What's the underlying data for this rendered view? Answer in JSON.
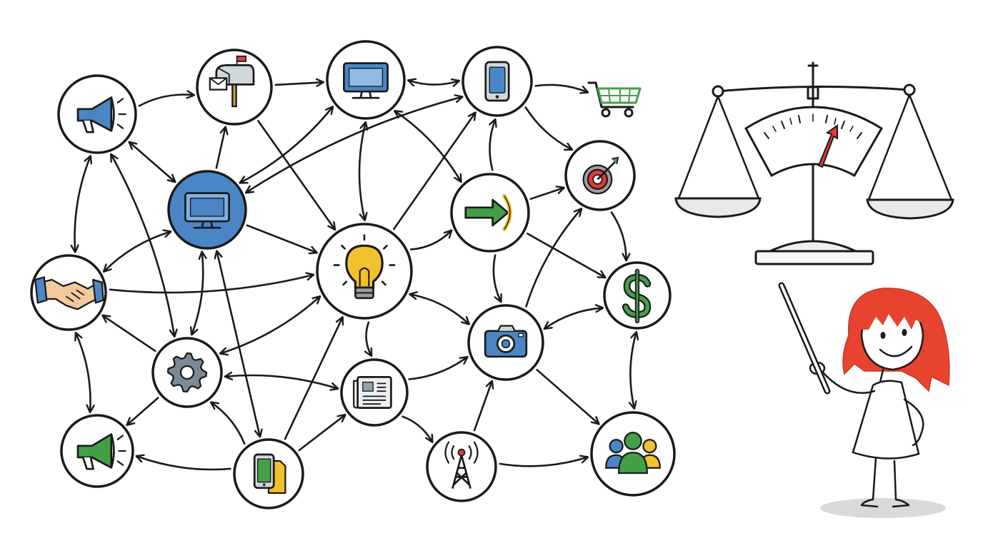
{
  "colors": {
    "ink": "#1a1a1a",
    "blue": "#4a86c5",
    "green": "#43a047",
    "yellow": "#f2c12e",
    "red": "#e53935",
    "hair": "#e8432f",
    "gray": "#7d8a95",
    "shadow": "#d9d9d9"
  },
  "nodes": [
    {
      "id": "megaphone-blue",
      "icon": "megaphone-icon"
    },
    {
      "id": "mailbox",
      "icon": "mailbox-icon"
    },
    {
      "id": "desktop",
      "icon": "desktop-monitor-icon"
    },
    {
      "id": "smartphone",
      "icon": "smartphone-icon"
    },
    {
      "id": "shopping-cart",
      "icon": "shopping-cart-icon"
    },
    {
      "id": "monitor-hub",
      "icon": "monitor-icon"
    },
    {
      "id": "handshake",
      "icon": "handshake-icon"
    },
    {
      "id": "lightbulb",
      "icon": "lightbulb-icon"
    },
    {
      "id": "arrow-signal",
      "icon": "forward-arrow-icon"
    },
    {
      "id": "target",
      "icon": "target-icon"
    },
    {
      "id": "dollar",
      "icon": "dollar-sign-icon"
    },
    {
      "id": "gear",
      "icon": "gear-icon"
    },
    {
      "id": "newspaper",
      "icon": "newspaper-icon"
    },
    {
      "id": "camera",
      "icon": "camera-icon"
    },
    {
      "id": "megaphone-green",
      "icon": "megaphone-icon"
    },
    {
      "id": "phone-documents",
      "icon": "phone-documents-icon"
    },
    {
      "id": "radio-tower",
      "icon": "radio-tower-icon"
    },
    {
      "id": "people-group",
      "icon": "people-group-icon"
    }
  ],
  "edges": [
    [
      "megaphone-blue",
      "mailbox",
      "forward"
    ],
    [
      "mailbox",
      "desktop",
      "forward"
    ],
    [
      "desktop",
      "smartphone",
      "both"
    ],
    [
      "smartphone",
      "shopping-cart",
      "forward"
    ],
    [
      "megaphone-blue",
      "monitor-hub",
      "both"
    ],
    [
      "megaphone-blue",
      "handshake",
      "both"
    ],
    [
      "megaphone-blue",
      "gear",
      "both"
    ],
    [
      "monitor-hub",
      "mailbox",
      "forward"
    ],
    [
      "monitor-hub",
      "desktop",
      "both"
    ],
    [
      "monitor-hub",
      "smartphone",
      "both"
    ],
    [
      "mailbox",
      "lightbulb",
      "forward"
    ],
    [
      "desktop",
      "lightbulb",
      "both"
    ],
    [
      "desktop",
      "arrow-signal",
      "both"
    ],
    [
      "lightbulb",
      "smartphone",
      "forward"
    ],
    [
      "smartphone",
      "target",
      "forward"
    ],
    [
      "arrow-signal",
      "smartphone",
      "forward"
    ],
    [
      "arrow-signal",
      "target",
      "forward"
    ],
    [
      "lightbulb",
      "arrow-signal",
      "forward"
    ],
    [
      "target",
      "dollar",
      "forward"
    ],
    [
      "arrow-signal",
      "dollar",
      "forward"
    ],
    [
      "arrow-signal",
      "camera",
      "forward"
    ],
    [
      "camera",
      "target",
      "forward"
    ],
    [
      "monitor-hub",
      "lightbulb",
      "forward"
    ],
    [
      "monitor-hub",
      "handshake",
      "both"
    ],
    [
      "monitor-hub",
      "gear",
      "both"
    ],
    [
      "monitor-hub",
      "phone-documents",
      "both"
    ],
    [
      "handshake",
      "lightbulb",
      "forward"
    ],
    [
      "handshake",
      "megaphone-green",
      "both"
    ],
    [
      "gear",
      "handshake",
      "forward"
    ],
    [
      "gear",
      "lightbulb",
      "both"
    ],
    [
      "gear",
      "newspaper",
      "both"
    ],
    [
      "gear",
      "megaphone-green",
      "forward"
    ],
    [
      "lightbulb",
      "newspaper",
      "forward"
    ],
    [
      "lightbulb",
      "camera",
      "both"
    ],
    [
      "phone-documents",
      "lightbulb",
      "forward"
    ],
    [
      "phone-documents",
      "gear",
      "forward"
    ],
    [
      "phone-documents",
      "megaphone-green",
      "forward"
    ],
    [
      "phone-documents",
      "newspaper",
      "forward"
    ],
    [
      "newspaper",
      "camera",
      "forward"
    ],
    [
      "newspaper",
      "radio-tower",
      "forward"
    ],
    [
      "radio-tower",
      "camera",
      "forward"
    ],
    [
      "radio-tower",
      "people-group",
      "forward"
    ],
    [
      "camera",
      "dollar",
      "both"
    ],
    [
      "camera",
      "people-group",
      "forward"
    ],
    [
      "dollar",
      "people-group",
      "both"
    ]
  ],
  "balance_scale": {
    "icon": "balance-scale-icon",
    "gauge_icon": "gauge-needle-icon"
  },
  "presenter": {
    "icon": "presenter-girl-icon",
    "pointer_icon": "pointer-stick-icon"
  }
}
